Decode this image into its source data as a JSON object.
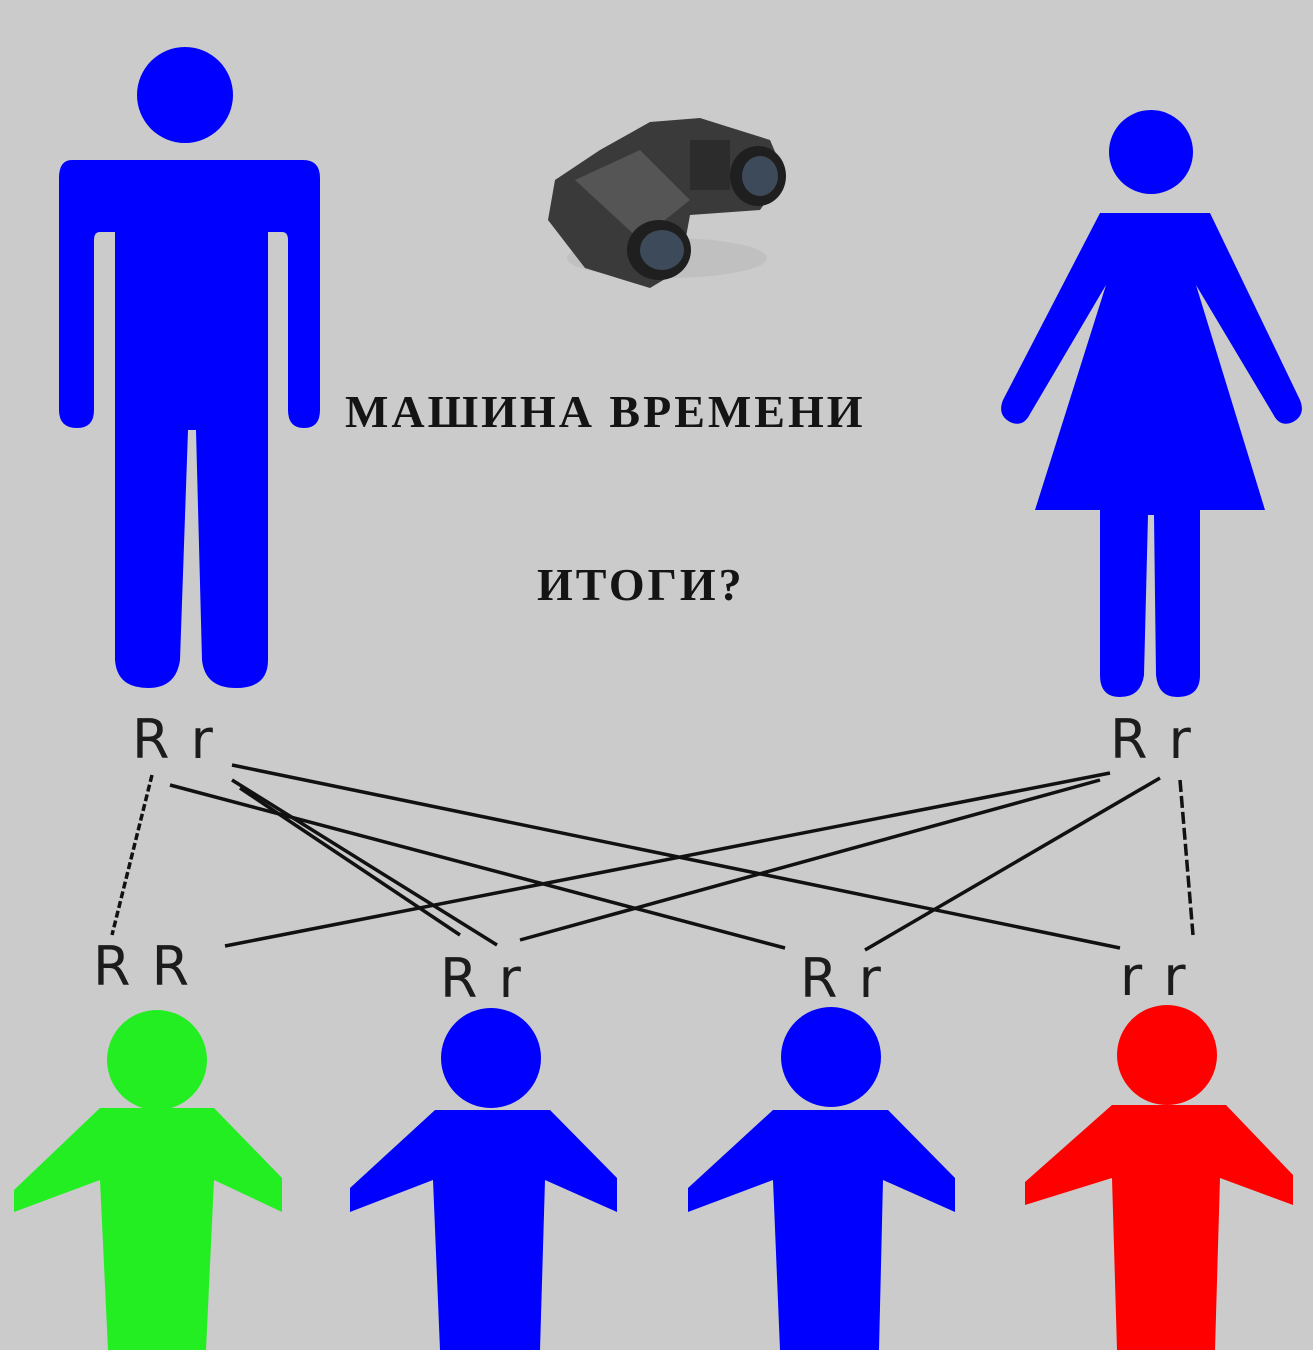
{
  "title": "МАШИНА ВРЕМЕНИ",
  "subtitle": "ИТОГИ?",
  "parents": {
    "father": {
      "genotype": "R r",
      "color": "#0000ff"
    },
    "mother": {
      "genotype": "R r",
      "color": "#0000ff"
    }
  },
  "children": [
    {
      "genotype": "R R",
      "color": "#22ee22"
    },
    {
      "genotype": "R r",
      "color": "#0000ff"
    },
    {
      "genotype": "R r",
      "color": "#0000ff"
    },
    {
      "genotype": "r r",
      "color": "#ff0000"
    }
  ],
  "colors": {
    "background": "#cbcbcb",
    "lines": "#111111"
  },
  "icons": [
    "binoculars-icon",
    "man-icon",
    "woman-icon",
    "child-icon"
  ]
}
